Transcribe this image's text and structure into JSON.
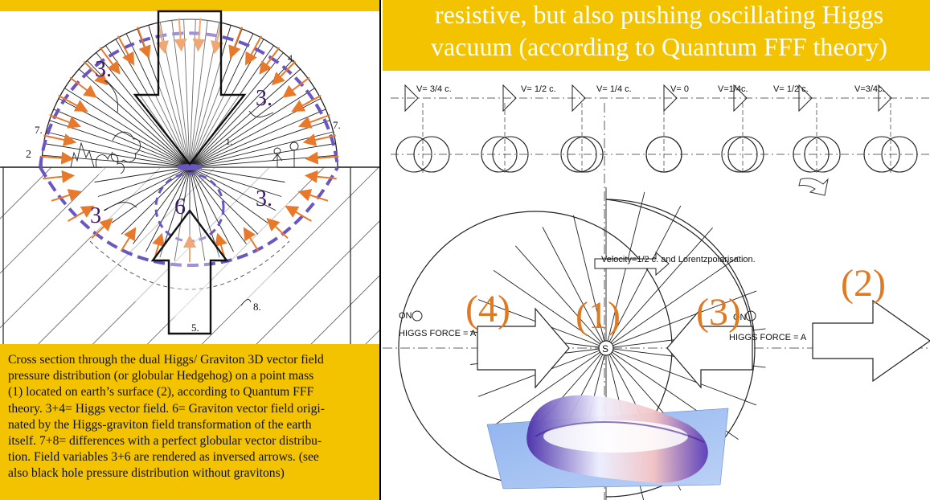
{
  "title": {
    "line1": "resistive, but also pushing oscillating Higgs",
    "line2": "vacuum (according to Quantum FFF theory)"
  },
  "caption": {
    "lines": [
      "Cross section through the dual Higgs/ Graviton 3D vector field",
      "pressure distribution (or globular Hedgehog) on a point mass",
      "(1) located on earth’s surface (2), according to Quantum FFF",
      "theory. 3+4= Higgs vector field. 6= Graviton vector field origi-",
      "nated by the Higgs-graviton field transformation of the earth",
      "itself. 7+8= differences with a perfect globular vector distribu-",
      "tion. Field variables 3+6 are rendered as inversed arrows. (see",
      "also black hole pressure distribution without gravitons)"
    ]
  },
  "left_diagram": {
    "labels": {
      "l3a": "3.",
      "l3b": "3.",
      "l3c": "3",
      "l3d": "3.",
      "l6": "6.",
      "l1": "1.",
      "l2": "2",
      "l4": "4.",
      "l5": "5.",
      "l7a": "7.",
      "l7b": "7.",
      "l8": "8."
    },
    "colors": {
      "arrow": "#e8782a",
      "dashed": "#6a56c0",
      "number": "#3b1a66"
    }
  },
  "right_diagram": {
    "velocity_labels": [
      "V= 3/4 c.",
      "V= 1/2 c.",
      "V= 1/4 c.",
      "V= 0",
      "V=1/4c.",
      "V= 1/2 c.",
      "V=3/4c."
    ],
    "big_labels": {
      "n4": "(4)",
      "n1": "(1)",
      "n3": "(3)",
      "n2": "(2)"
    },
    "velocity_note": "Velocity=1/2 c. and Lorentzpolarisation.",
    "on_left": "ON",
    "on_right": "ON",
    "s": "S",
    "higgs_left": "HIGGS FORCE = A",
    "higgs_right": "HIGGS FORCE = A",
    "colors": {
      "big_number": "#e07a22"
    }
  }
}
